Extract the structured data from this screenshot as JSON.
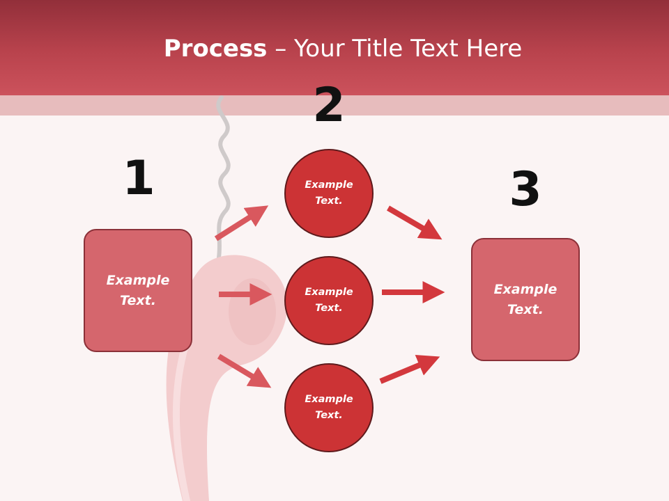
{
  "slide": {
    "title_bold": "Process",
    "title_rest": " – Your Title Text Here"
  },
  "steps": [
    {
      "number": "1"
    },
    {
      "number": "2"
    },
    {
      "number": "3"
    }
  ],
  "boxes": [
    {
      "text": "Example Text."
    },
    {
      "text": "Example Text."
    }
  ],
  "circles": [
    {
      "text": "Example Text."
    },
    {
      "text": "Example Text."
    },
    {
      "text": "Example Text."
    }
  ],
  "colors": {
    "header_dark": "#922f3a",
    "header_light": "#cc525c",
    "box_fill": "#d5666d",
    "circle_fill": "#cc3335",
    "arrow_left": "#d9585e",
    "arrow_right": "#d3383d"
  },
  "icons": [
    "telephone-handset-icon"
  ]
}
